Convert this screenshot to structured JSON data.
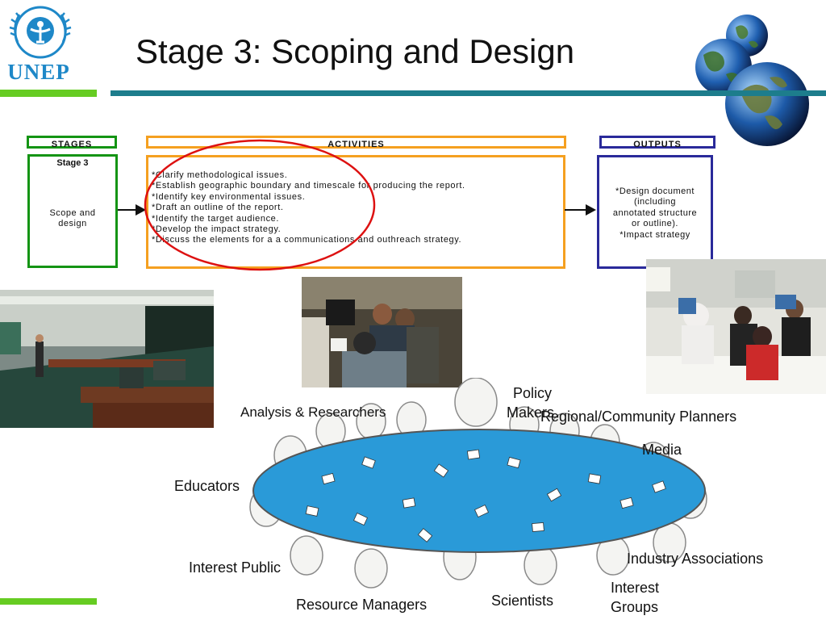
{
  "header": {
    "title": "Stage 3: Scoping and Design",
    "logo_text": "UNEP"
  },
  "flow": {
    "stages_header": "STAGES",
    "activities_header": "ACTIVITIES",
    "outputs_header": "OUTPUTS",
    "stage": {
      "number": "Stage 3",
      "text_line1": "Scope and",
      "text_line2": "design"
    },
    "activities": [
      "*Clarify methodological issues.",
      "*Establish geographic boundary and timescale for producing the report.",
      "*Identify key environmental issues.",
      "*Draft an outline of the report.",
      "*Identify the target audience.",
      "*Develop the impact strategy.",
      "*Discuss the elements for a a communications and outhreach strategy."
    ],
    "outputs": [
      "*Design document",
      "(including",
      "annotated structure",
      "or outline).",
      "*Impact strategy"
    ]
  },
  "stakeholders": {
    "analysis": "Analysis & Researchers",
    "policy_line1": "Policy",
    "policy_line2": "Makers",
    "regional": "Regional/Community Planners",
    "media": "Media",
    "educators": "Educators",
    "industry": "Industry Associations",
    "interest_public": "Interest Public",
    "interest_groups_line1": "Interest",
    "interest_groups_line2": "Groups",
    "resource_managers": "Resource Managers",
    "scientists": "Scientists"
  },
  "colors": {
    "stages_border": "#149414",
    "activities_border": "#f5a020",
    "outputs_border": "#2a2a9a",
    "highlight_ellipse": "#dd1111",
    "accent_green": "#66cc22",
    "accent_teal": "#1d7d8c",
    "table_blue": "#2a9ad8",
    "logo_blue": "#1e88c8"
  },
  "icons": [
    "unep-logo",
    "globe-icon",
    "arrow-right-icon"
  ]
}
